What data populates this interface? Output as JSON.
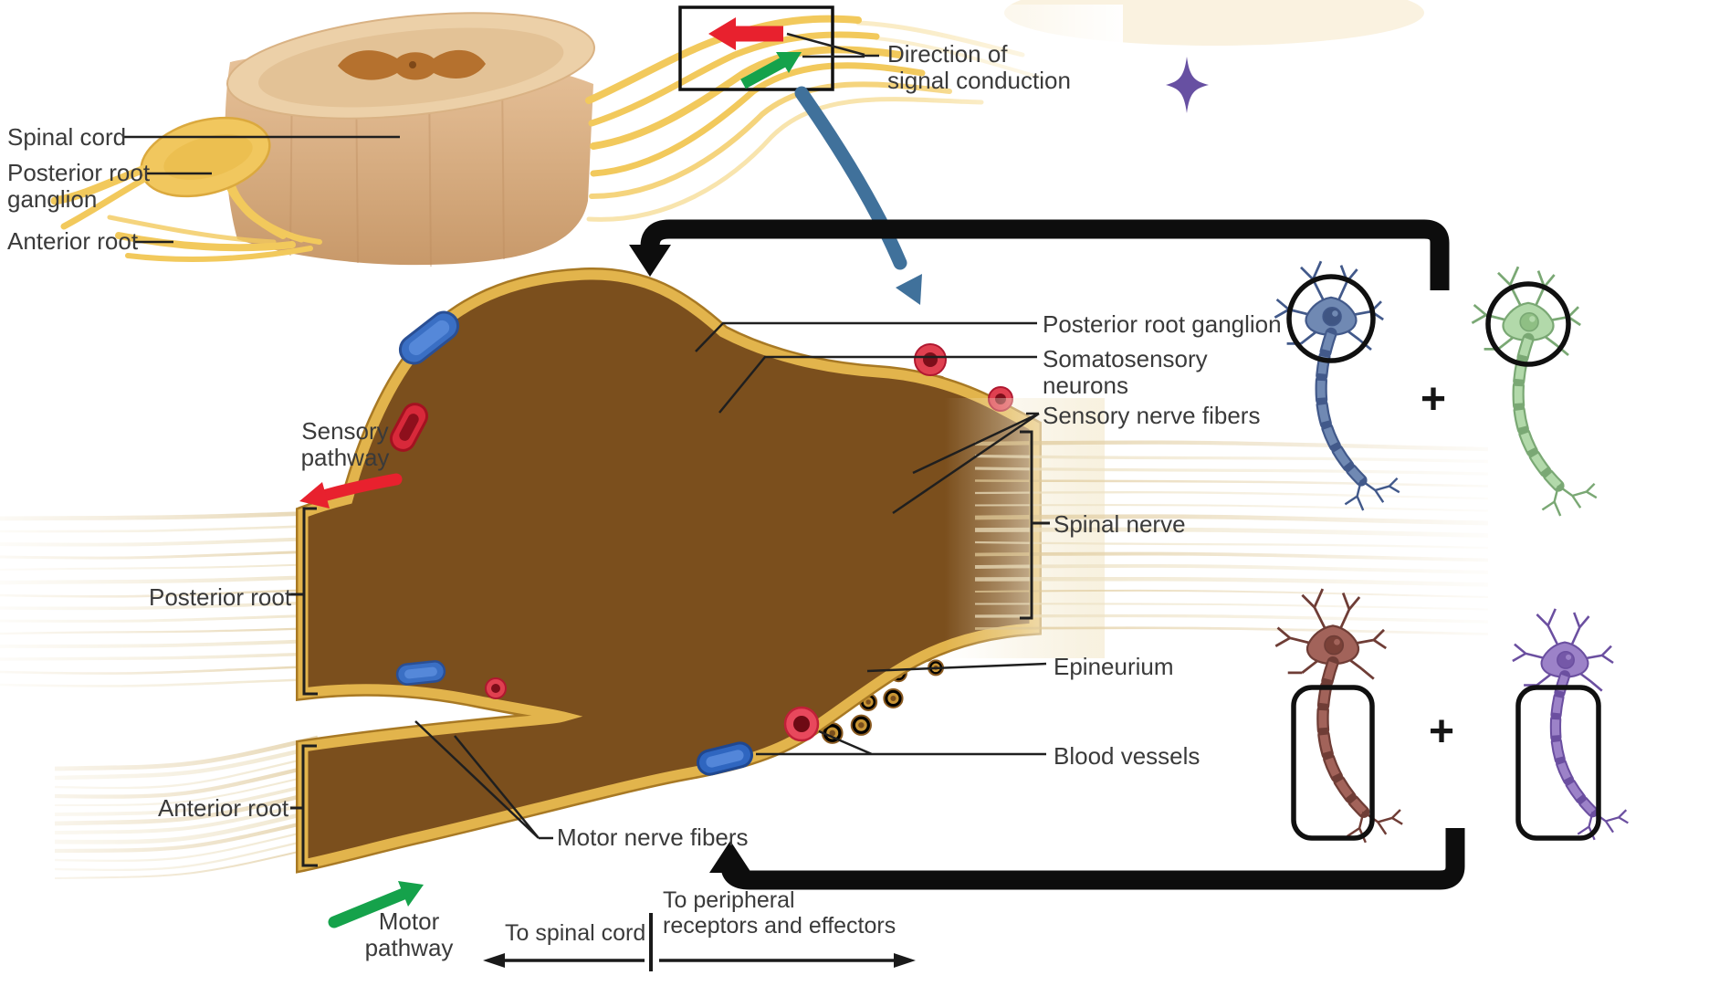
{
  "title": "Spinal nerve structure diagram",
  "labels": {
    "spinal_cord": "Spinal cord",
    "posterior_root_ganglion_top": "Posterior root\nganglion",
    "anterior_root_top": "Anterior root",
    "direction_of_signal": "Direction of\nsignal conduction",
    "posterior_root_ganglion": "Posterior root ganglion",
    "somatosensory_neurons": "Somatosensory\nneurons",
    "sensory_nerve_fibers": "Sensory nerve fibers",
    "spinal_nerve": "Spinal nerve",
    "epineurium": "Epineurium",
    "blood_vessels": "Blood vessels",
    "motor_nerve_fibers": "Motor nerve fibers",
    "sensory_pathway": "Sensory\npathway",
    "motor_pathway": "Motor\npathway",
    "posterior_root": "Posterior root",
    "anterior_root": "Anterior root",
    "to_spinal_cord": "To spinal cord",
    "to_peripheral": "To peripheral\nreceptors and effectors",
    "plus_top": "+",
    "plus_bottom": "+"
  },
  "colors": {
    "sensory_arrow_red": "#e8212e",
    "motor_arrow_green": "#15a24b",
    "signal_flow_blue": "#40719b",
    "flow_arrow_black": "#0d0d0d",
    "sparkle_purple": "#6750a2",
    "nerve_gold": "#d9a93f",
    "nerve_dark": "#7b4f1d",
    "neuron_blue": "#7089b3",
    "neuron_green": "#b2d9aa",
    "neuron_brown": "#a2635a",
    "neuron_purple": "#9c82c8",
    "vessel_blue": "#3a6fc4",
    "vessel_red": "#d8293a"
  }
}
